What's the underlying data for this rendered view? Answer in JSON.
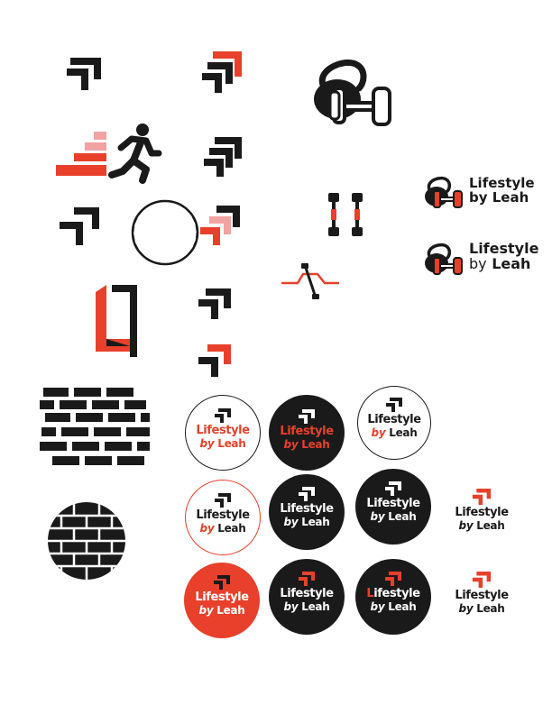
{
  "brand": {
    "line1": "Lifestyle",
    "by": "by",
    "name": "Leah"
  },
  "colors": {
    "ink": "#1a1a1a",
    "accent": "#e8402b",
    "pink": "#f0a3a0",
    "paper": "#ffffff"
  },
  "icons": [
    "chevron-arrow-icon",
    "stair-steps-icon",
    "runner-icon",
    "kettlebell-dumbbell-icon",
    "dumbbell-icon",
    "deadlift-icon",
    "brick-wall-icon",
    "brick-circle-icon"
  ]
}
